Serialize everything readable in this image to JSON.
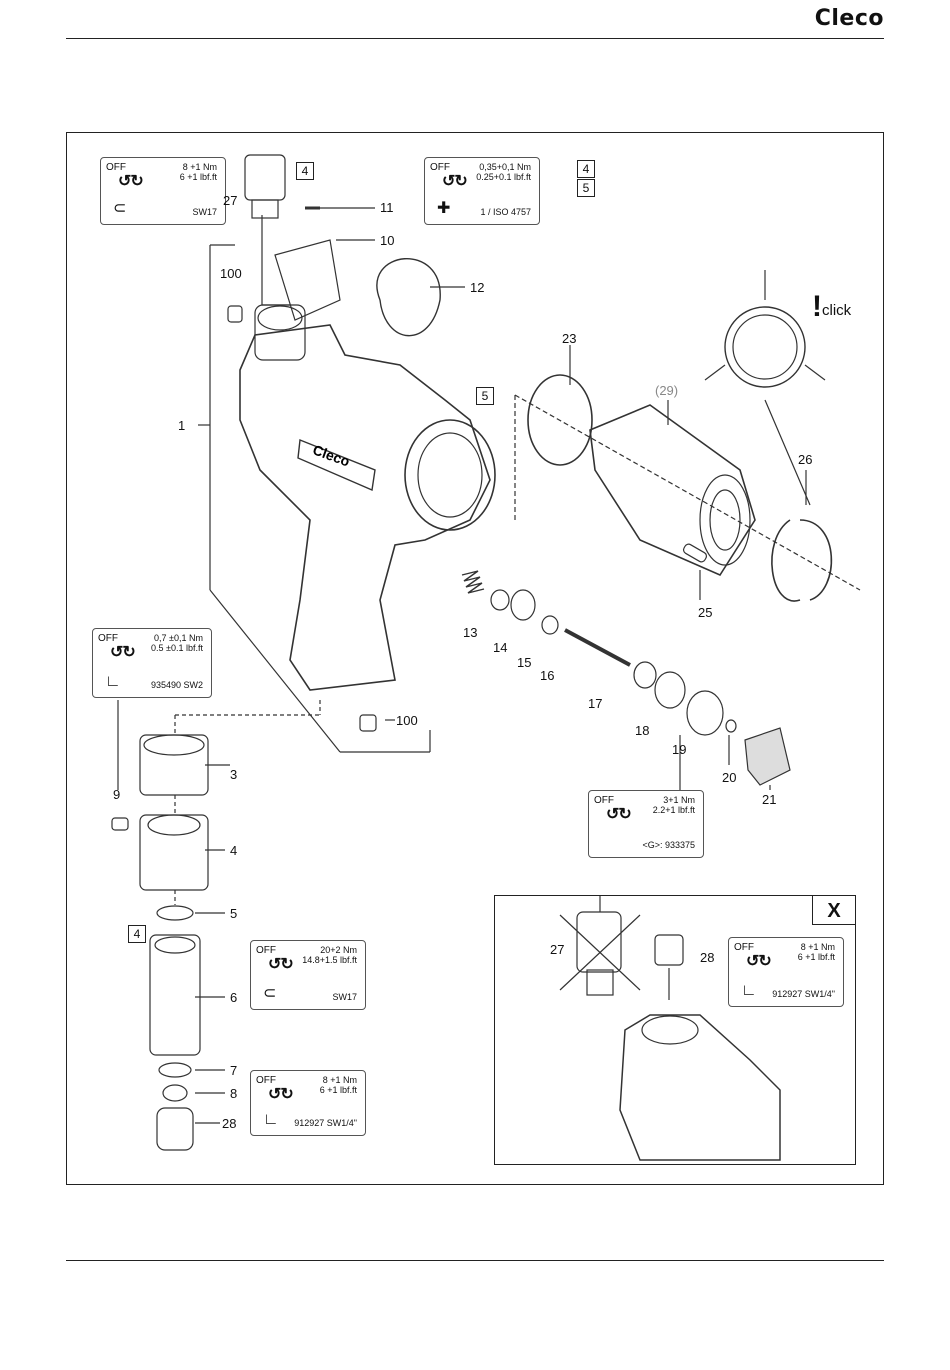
{
  "header": {
    "brand": "Cleco"
  },
  "specs": {
    "s27": {
      "off": "OFF",
      "v1": "8 +1 Nm",
      "v2": "6 +1 lbf.ft",
      "tool": "SW17"
    },
    "s11": {
      "off": "OFF",
      "v1": "0,35+0,1 Nm",
      "v2": "0.25+0.1 lbf.ft",
      "tool": "1 / ISO 4757"
    },
    "s9": {
      "off": "OFF",
      "v1": "0,7 ±0,1 Nm",
      "v2": "0.5 ±0.1 lbf.ft",
      "tool": "935490 SW2"
    },
    "s19": {
      "off": "OFF",
      "v1": "3+1 Nm",
      "v2": "2.2+1 lbf.ft",
      "tool": "<G>: 933375"
    },
    "s6": {
      "off": "OFF",
      "v1": "20+2 Nm",
      "v2": "14.8+1.5 lbf.ft",
      "tool": "SW17"
    },
    "s28": {
      "off": "OFF",
      "v1": "8 +1 Nm",
      "v2": "6 +1 lbf.ft",
      "tool": "912927 SW1/4\""
    },
    "sx": {
      "off": "OFF",
      "v1": "8 +1 Nm",
      "v2": "6 +1 lbf.ft",
      "tool": "912927 SW1/4\""
    }
  },
  "labels": {
    "n1": "1",
    "n3": "3",
    "n4": "4",
    "n5": "5",
    "n6": "6",
    "n7": "7",
    "n8": "8",
    "n9": "9",
    "n10": "10",
    "n11": "11",
    "n12": "12",
    "n13": "13",
    "n14": "14",
    "n15": "15",
    "n16": "16",
    "n17": "17",
    "n18": "18",
    "n19": "19",
    "n20": "20",
    "n21": "21",
    "n23": "23",
    "n25": "25",
    "n26": "26",
    "n27": "27",
    "n28": "28",
    "n29": "(29)",
    "n100a": "100",
    "n100b": "100",
    "nx27": "27",
    "nx28": "28"
  },
  "boxes": {
    "b4top": "4",
    "b4": "4",
    "b5": "5",
    "leg4": "4",
    "leg5": "5"
  },
  "inset_tag": "X",
  "click": {
    "mark": "!",
    "text": "click"
  },
  "housing_logo": "Cleco"
}
